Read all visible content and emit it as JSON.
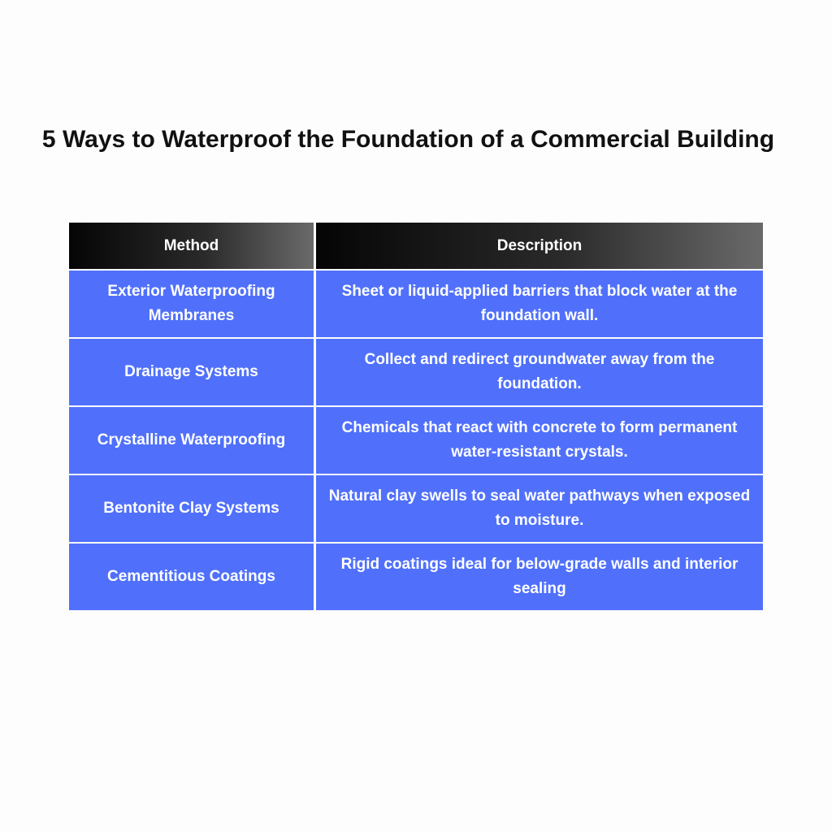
{
  "title": "5 Ways to Waterproof the Foundation of a Commercial Building",
  "table": {
    "headers": [
      "Method",
      "Description"
    ],
    "rows": [
      {
        "method": "Exterior Waterproofing Membranes",
        "description": "Sheet or liquid-applied barriers that block water at the foundation wall."
      },
      {
        "method": "Drainage Systems",
        "description": "Collect and redirect groundwater away from the foundation."
      },
      {
        "method": "Crystalline Waterproofing",
        "description": "Chemicals that react with concrete to form permanent water-resistant crystals."
      },
      {
        "method": "Bentonite Clay Systems",
        "description": "Natural clay swells to seal water pathways when exposed to moisture."
      },
      {
        "method": "Cementitious Coatings",
        "description": "Rigid coatings ideal for below-grade walls and interior sealing"
      }
    ]
  },
  "colors": {
    "header_background": "#000000",
    "row_background": "#5070fb",
    "text_on_table": "#ffffff",
    "title_text": "#111111"
  }
}
